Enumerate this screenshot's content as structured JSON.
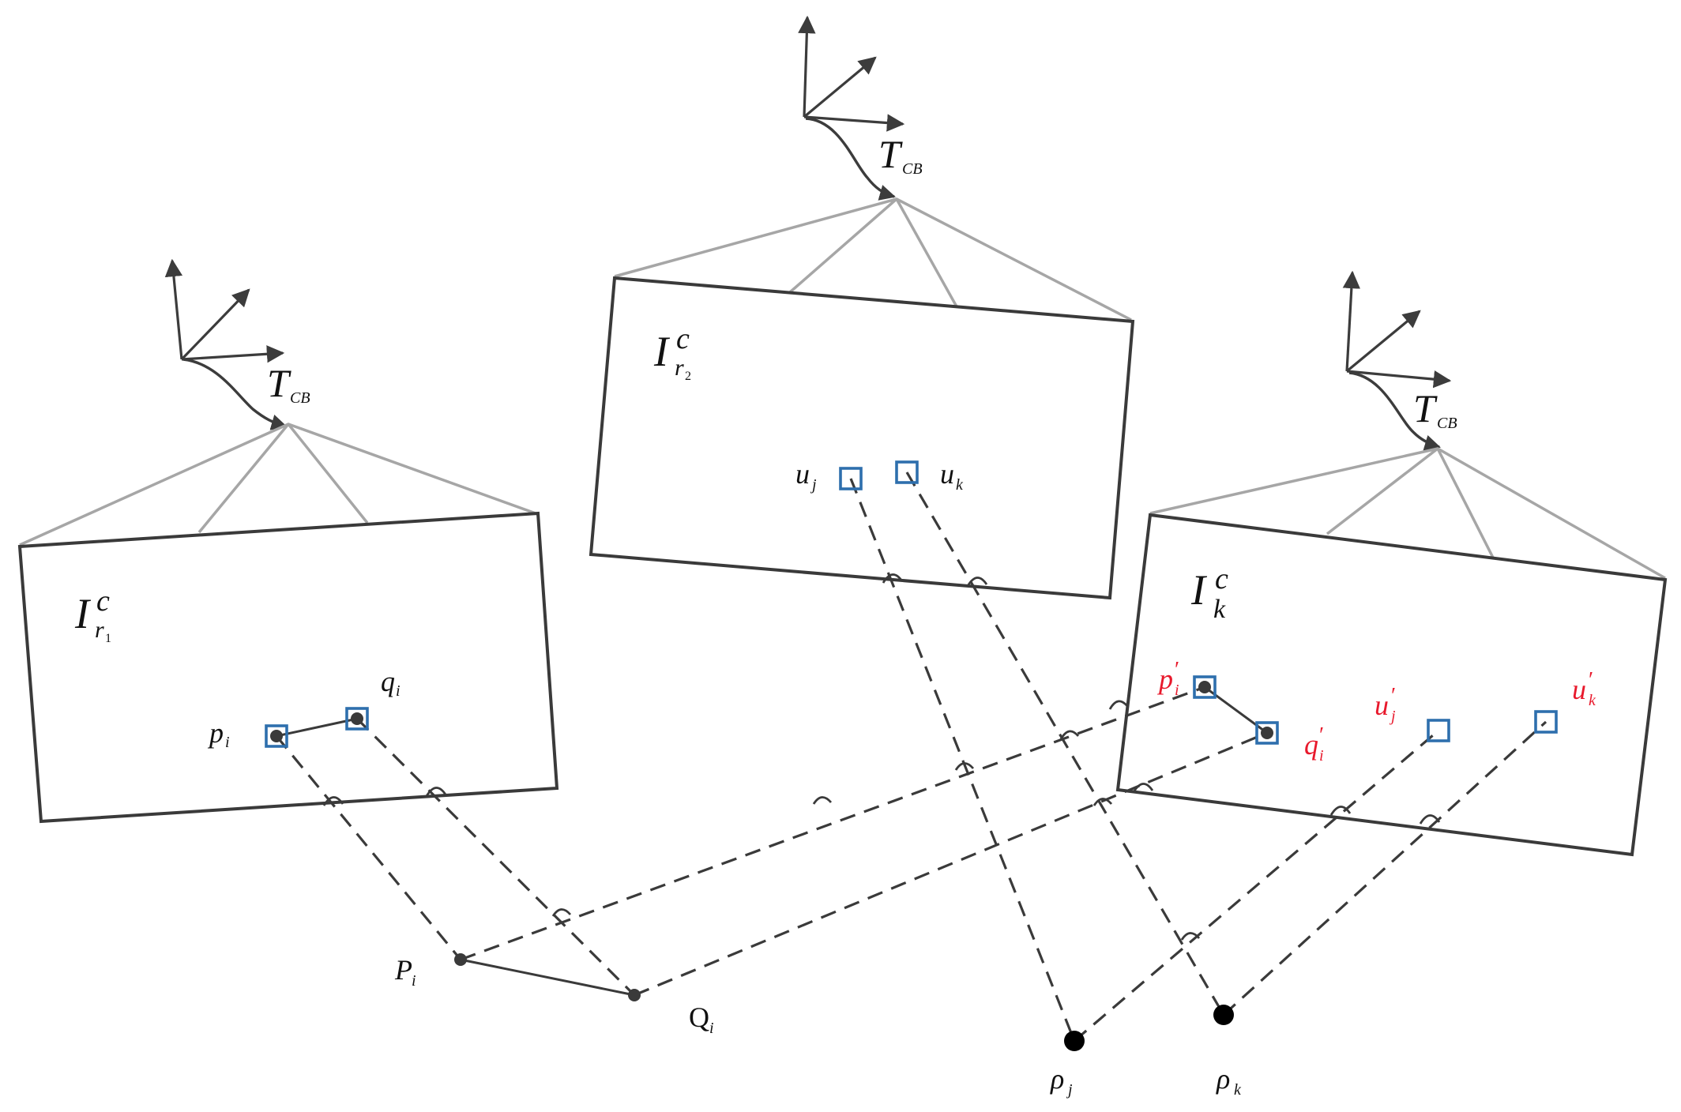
{
  "colors": {
    "frame": "#3a3a3a",
    "cone": "#a6a6a6",
    "axis": "#3c3c3c",
    "feature_box": "#2e6fad",
    "highlight_text": "#e8192c",
    "text": "#111111"
  },
  "transform_label": {
    "main": "T",
    "sub": "CB"
  },
  "frames": {
    "r1": {
      "main": "I",
      "sup": "c",
      "sub": "r",
      "subsub": "1"
    },
    "r2": {
      "main": "I",
      "sup": "c",
      "sub": "r",
      "subsub": "2"
    },
    "k": {
      "main": "I",
      "sup": "c",
      "sub": "k"
    }
  },
  "points": {
    "p_i": {
      "main": "p",
      "sub": "i"
    },
    "q_i": {
      "main": "q",
      "sub": "i"
    },
    "P_i": {
      "main": "P",
      "sub": "i"
    },
    "Q_i": {
      "main": "Q",
      "sub": "i"
    },
    "u_j": {
      "main": "u",
      "sub": "j"
    },
    "u_k": {
      "main": "u",
      "sub": "k"
    },
    "rho_j": {
      "main": "ρ",
      "sub": "j"
    },
    "rho_k": {
      "main": "ρ",
      "sub": "k"
    },
    "p_i_prime": {
      "main": "p",
      "prime": "′",
      "sub": "i"
    },
    "q_i_prime": {
      "main": "q",
      "prime": "′",
      "sub": "i"
    },
    "u_j_prime": {
      "main": "u",
      "prime": "′",
      "sub": "j"
    },
    "u_k_prime": {
      "main": "u",
      "prime": "′",
      "sub": "k"
    }
  },
  "icons": {
    "body_frame": "three-axis-coordinate-icon",
    "feature": "square-feature-marker",
    "landmark": "filled-dot"
  }
}
